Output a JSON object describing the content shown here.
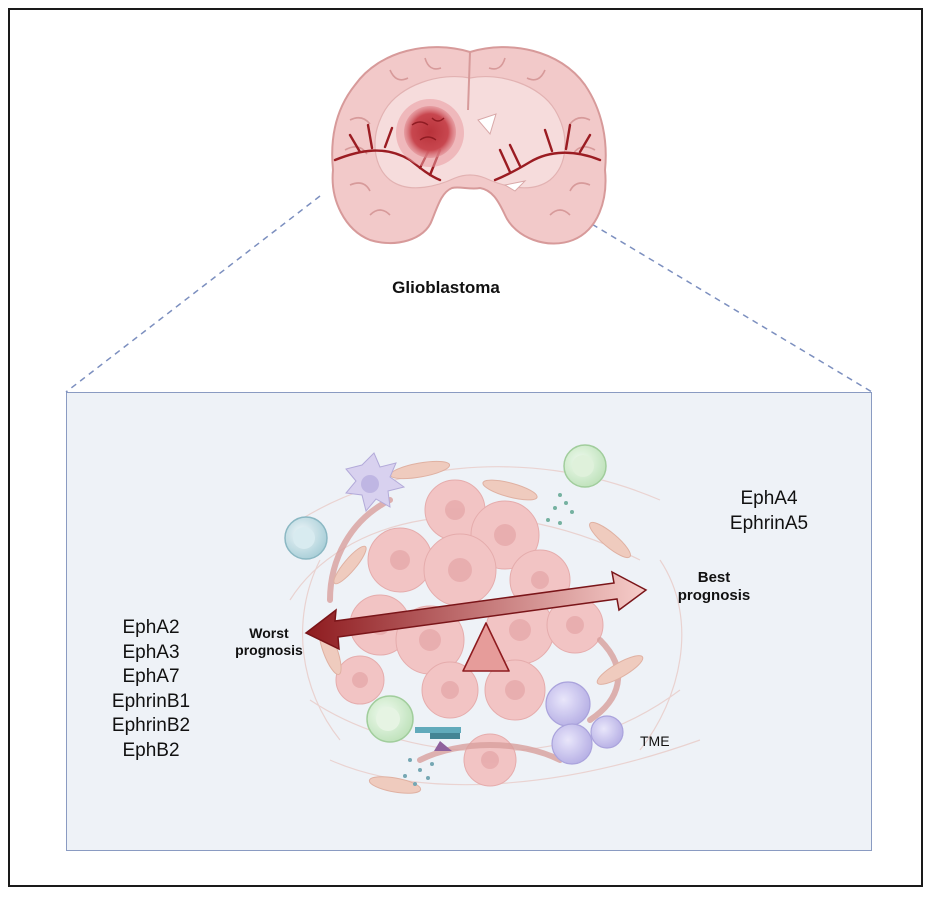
{
  "title": "Glioblastoma",
  "left_markers": [
    "EphA2",
    "EphA3",
    "EphA7",
    "EphrinB1",
    "EphrinB2",
    "EphB2"
  ],
  "right_markers": [
    "EphA4",
    "EphrinA5"
  ],
  "worst_label": "Worst prognosis",
  "best_label": "Best prognosis",
  "tme_label": "TME",
  "colors": {
    "brain_fill": "#f0c6c6",
    "brain_outline": "#d99a9a",
    "vessel": "#9b1c22",
    "tumor": "#c0454c",
    "arrow_dark": "#8e1b1f",
    "arrow_light": "#f4c6c3",
    "panel_border": "#8a9bc2",
    "panel_fill": "#eef2f7"
  }
}
